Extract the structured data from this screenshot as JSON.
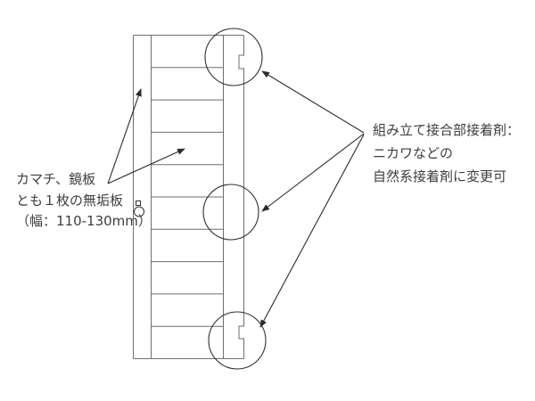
{
  "diagram_title": "door-frame-joinery-diagram",
  "left_note": {
    "lines": [
      "カマチ、鏡板",
      "とも１枚の無垢板",
      "（幅：110-130mm）"
    ]
  },
  "right_note": {
    "lines": [
      "組み立て接合部接着剤：",
      "ニカワなどの",
      "自然系接着剤に変更可"
    ]
  },
  "colors": {
    "background": "#ffffff",
    "line": "#6e6e6e",
    "detail": "#2f2f2f",
    "text": "#3d3d3d"
  }
}
